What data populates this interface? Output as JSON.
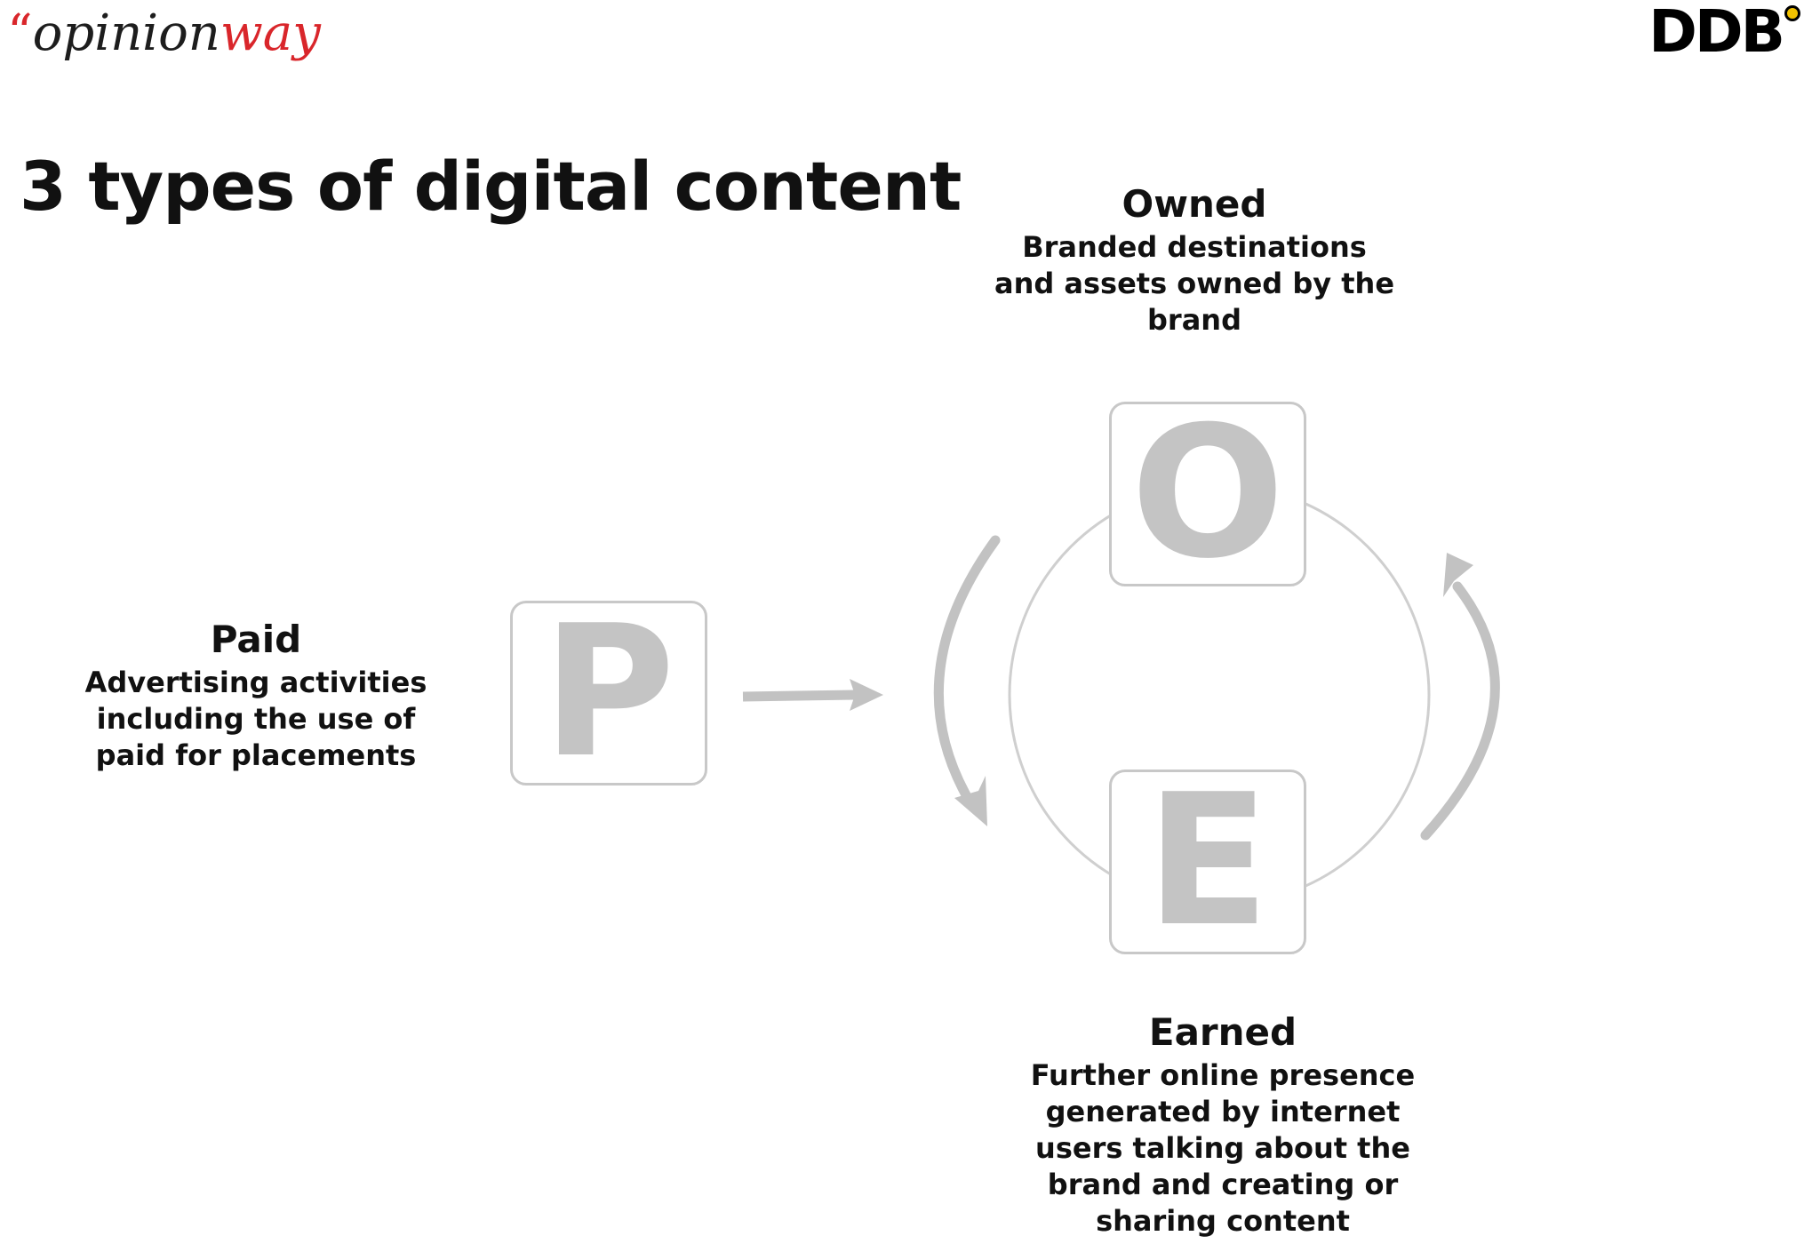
{
  "header": {
    "logo_left_quote": "“",
    "logo_left_part1": "opinion",
    "logo_left_part2": "way",
    "logo_right": "DDB"
  },
  "title": "3 types of digital content",
  "nodes": {
    "paid": {
      "letter": "P",
      "title": "Paid",
      "description": "Advertising activities\nincluding the use of\npaid for placements"
    },
    "owned": {
      "letter": "O",
      "title": "Owned",
      "description": "Branded destinations\nand assets owned by the\nbrand"
    },
    "earned": {
      "letter": "E",
      "title": "Earned",
      "description": "Further online presence\ngenerated by internet\nusers talking about the\nbrand and creating or\nsharing content"
    }
  },
  "edges": [
    {
      "from": "paid",
      "to": "cycle",
      "type": "arrow"
    },
    {
      "from": "owned",
      "to": "earned",
      "type": "curved-arrow",
      "side": "left"
    },
    {
      "from": "earned",
      "to": "owned",
      "type": "curved-arrow",
      "side": "right"
    }
  ],
  "colors": {
    "logo_red": "#d9262b",
    "logo_dot": "#f2c200",
    "box_border": "#c8c8c8",
    "letter": "#c4c4c4",
    "arrow": "#c2c2c2",
    "circle": "#cfcfcf"
  }
}
